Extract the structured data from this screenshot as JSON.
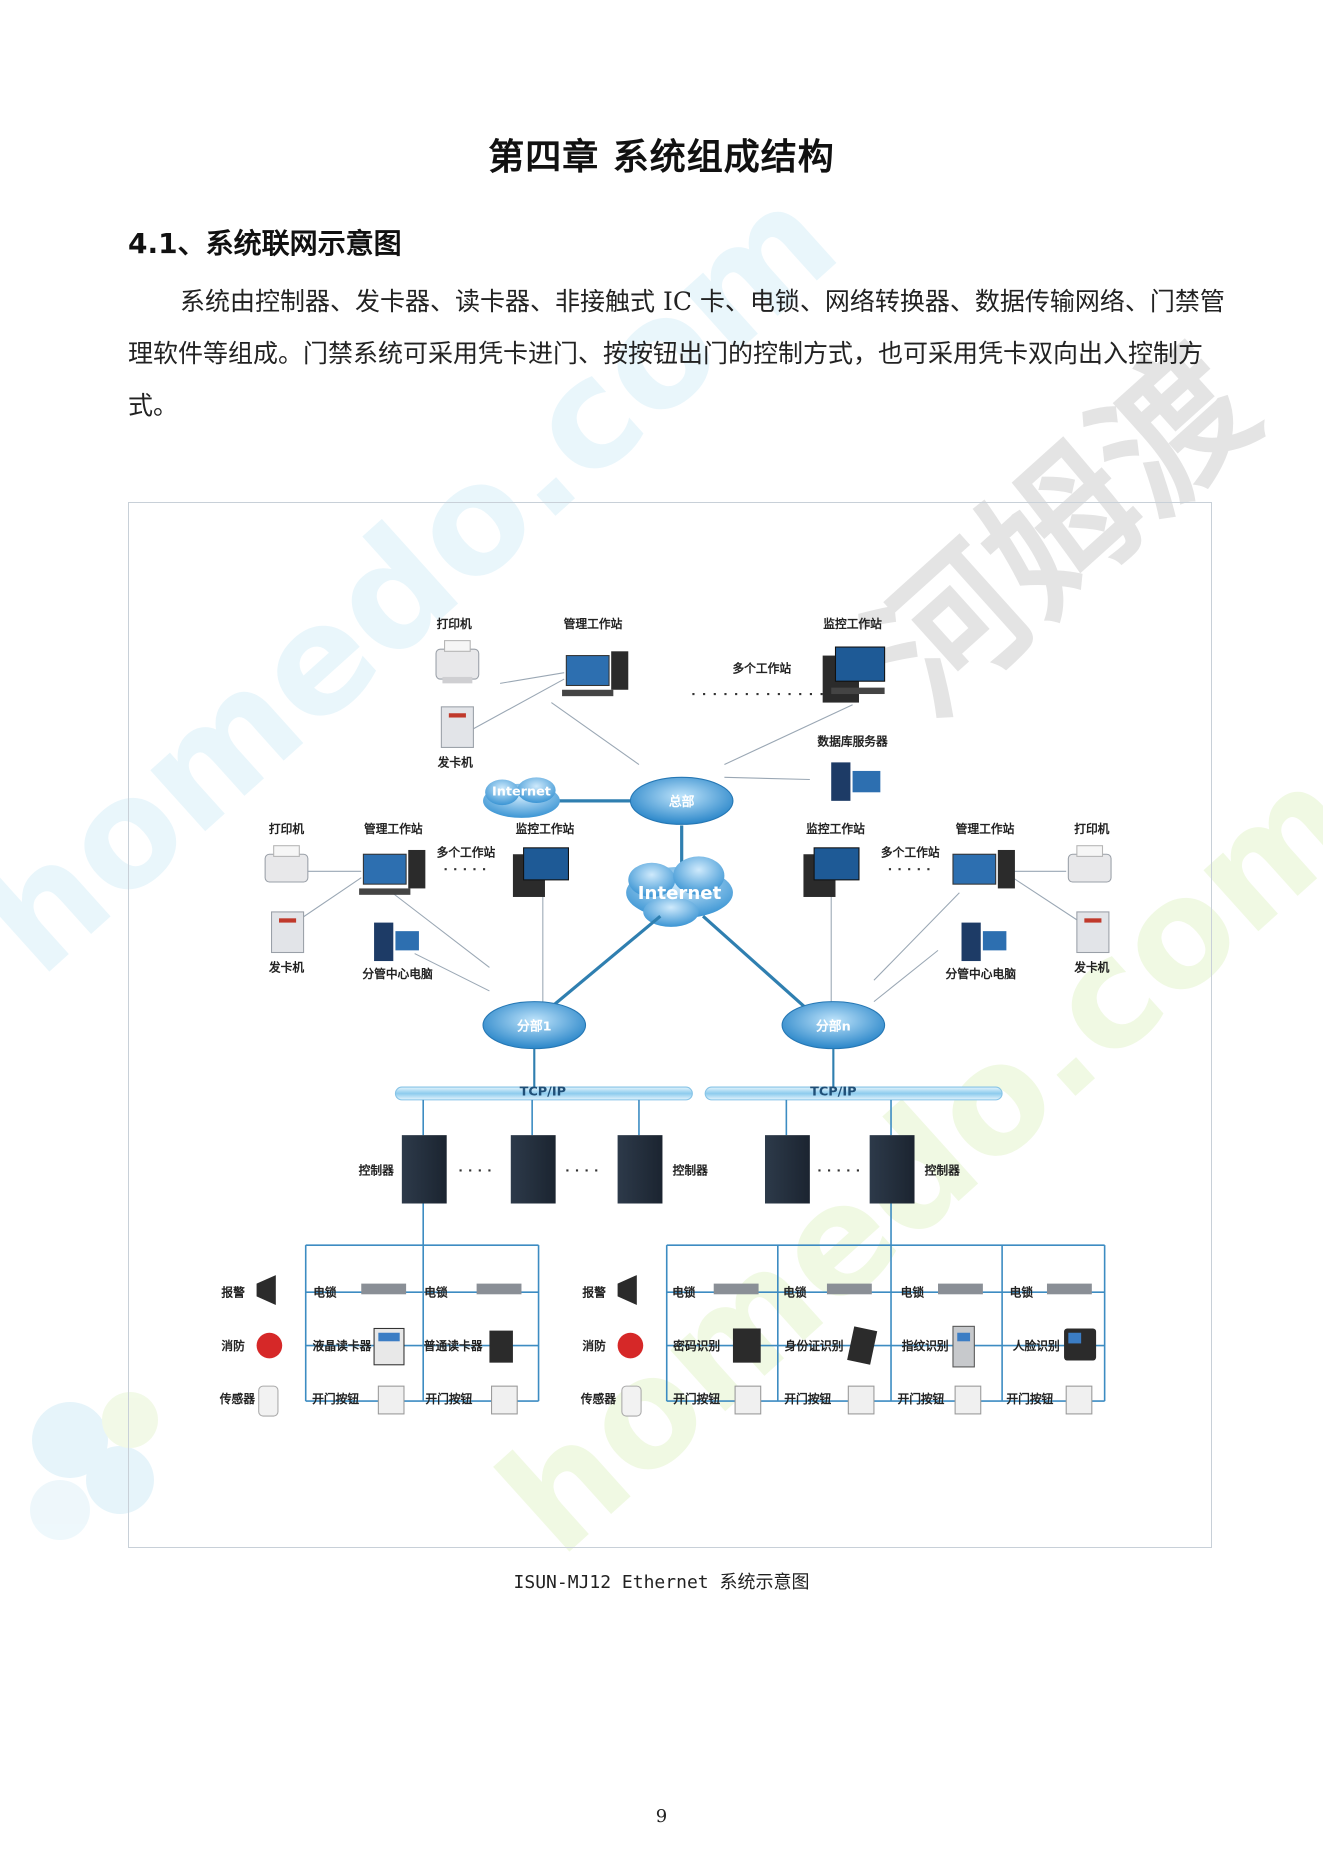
{
  "document": {
    "chapter_title": "第四章  系统组成结构",
    "section_heading": "4.1、系统联网示意图",
    "paragraph": "系统由控制器、发卡器、读卡器、非接触式 IC 卡、电锁、网络转换器、数据传输网络、门禁管理软件等组成。门禁系统可采用凭卡进门、按按钮出门的控制方式，也可采用凭卡双向出入控制方式。",
    "figure_caption": "ISUN-MJ12 Ethernet 系统示意图",
    "page_number": "9"
  },
  "diagram": {
    "hq": {
      "printer": "打印机",
      "mgmt_station": "管理工作站",
      "card_issuer": "发卡机",
      "multi_stations": "多个工作站",
      "monitor_station": "监控工作站",
      "db_server": "数据库服务器",
      "internet_small": "Internet",
      "hub": "总部"
    },
    "internet_main": "Internet",
    "branch1": {
      "printer": "打印机",
      "mgmt_station": "管理工作站",
      "multi_stations": "多个工作站",
      "monitor_station": "监控工作站",
      "card_issuer": "发卡机",
      "branch_pc": "分管中心电脑",
      "hub": "分部1",
      "bus": "TCP/IP",
      "controller_left": "控制器",
      "controller_right": "控制器",
      "devices": {
        "alarm": "报警",
        "fire": "消防",
        "sensor": "传感器",
        "lock_a": "电锁",
        "lcd_reader": "液晶读卡器",
        "exit_btn_a": "开门按钮",
        "lock_b": "电锁",
        "reader": "普通读卡器",
        "exit_btn_b": "开门按钮"
      }
    },
    "branchn": {
      "monitor_station": "监控工作站",
      "multi_stations": "多个工作站",
      "mgmt_station": "管理工作站",
      "printer": "打印机",
      "branch_pc": "分管中心电脑",
      "card_issuer": "发卡机",
      "hub": "分部n",
      "bus": "TCP/IP",
      "controller": "控制器",
      "devices": {
        "alarm": "报警",
        "fire": "消防",
        "sensor": "传感器",
        "lock_a": "电锁",
        "pin_reader": "密码识别",
        "exit_btn_a": "开门按钮",
        "lock_b": "电锁",
        "id_reader": "身份证识别",
        "exit_btn_b": "开门按钮",
        "lock_c": "电锁",
        "finger_reader": "指纹识别",
        "exit_btn_c": "开门按钮",
        "lock_d": "电锁",
        "face_reader": "人脸识别",
        "exit_btn_d": "开门按钮"
      }
    }
  },
  "watermark": {
    "text_latin": "homedo.com",
    "text_cn": "河姆渡"
  },
  "colors": {
    "link_blue": "#2f7fb0",
    "wire_blue": "#3d8cc2",
    "hub_blue": "#3a90d0",
    "bus_blue": "#9fd0ee",
    "watermark_cyan": "#d8f0f8",
    "watermark_green": "#eef8d8",
    "watermark_gray": "#e4e4e4"
  }
}
